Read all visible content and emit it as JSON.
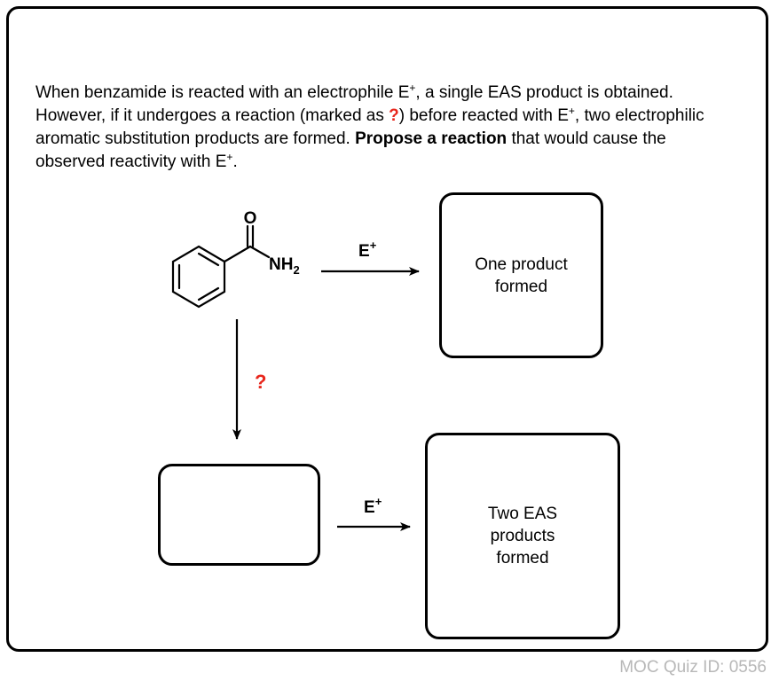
{
  "question": {
    "part1": "When benzamide is reacted with an electrophile E",
    "sup1": "+",
    "part2": ", a single EAS product is obtained. However, if it undergoes a reaction (marked as ",
    "qmark": "?",
    "part3": ") before reacted with E",
    "sup2": "+",
    "part4": ", two electrophilic aromatic substitution products are formed. ",
    "bold": "Propose a reaction",
    "part5": " that would cause the observed reactivity with E",
    "sup3": "+",
    "part6": "."
  },
  "molecule": {
    "oxygen": "O",
    "amine": "NH",
    "amine_sub": "2"
  },
  "arrows": {
    "top_reagent": "E",
    "top_reagent_sup": "+",
    "bottom_reagent": "E",
    "bottom_reagent_sup": "+",
    "down_label": "?"
  },
  "boxes": {
    "one_product": [
      "One product",
      "formed"
    ],
    "two_products": [
      "Two EAS",
      "products",
      "formed"
    ]
  },
  "footer": "MOC Quiz ID: 0556",
  "colors": {
    "accent_red": "#e8261c",
    "footer_gray": "#b8b8b8"
  }
}
